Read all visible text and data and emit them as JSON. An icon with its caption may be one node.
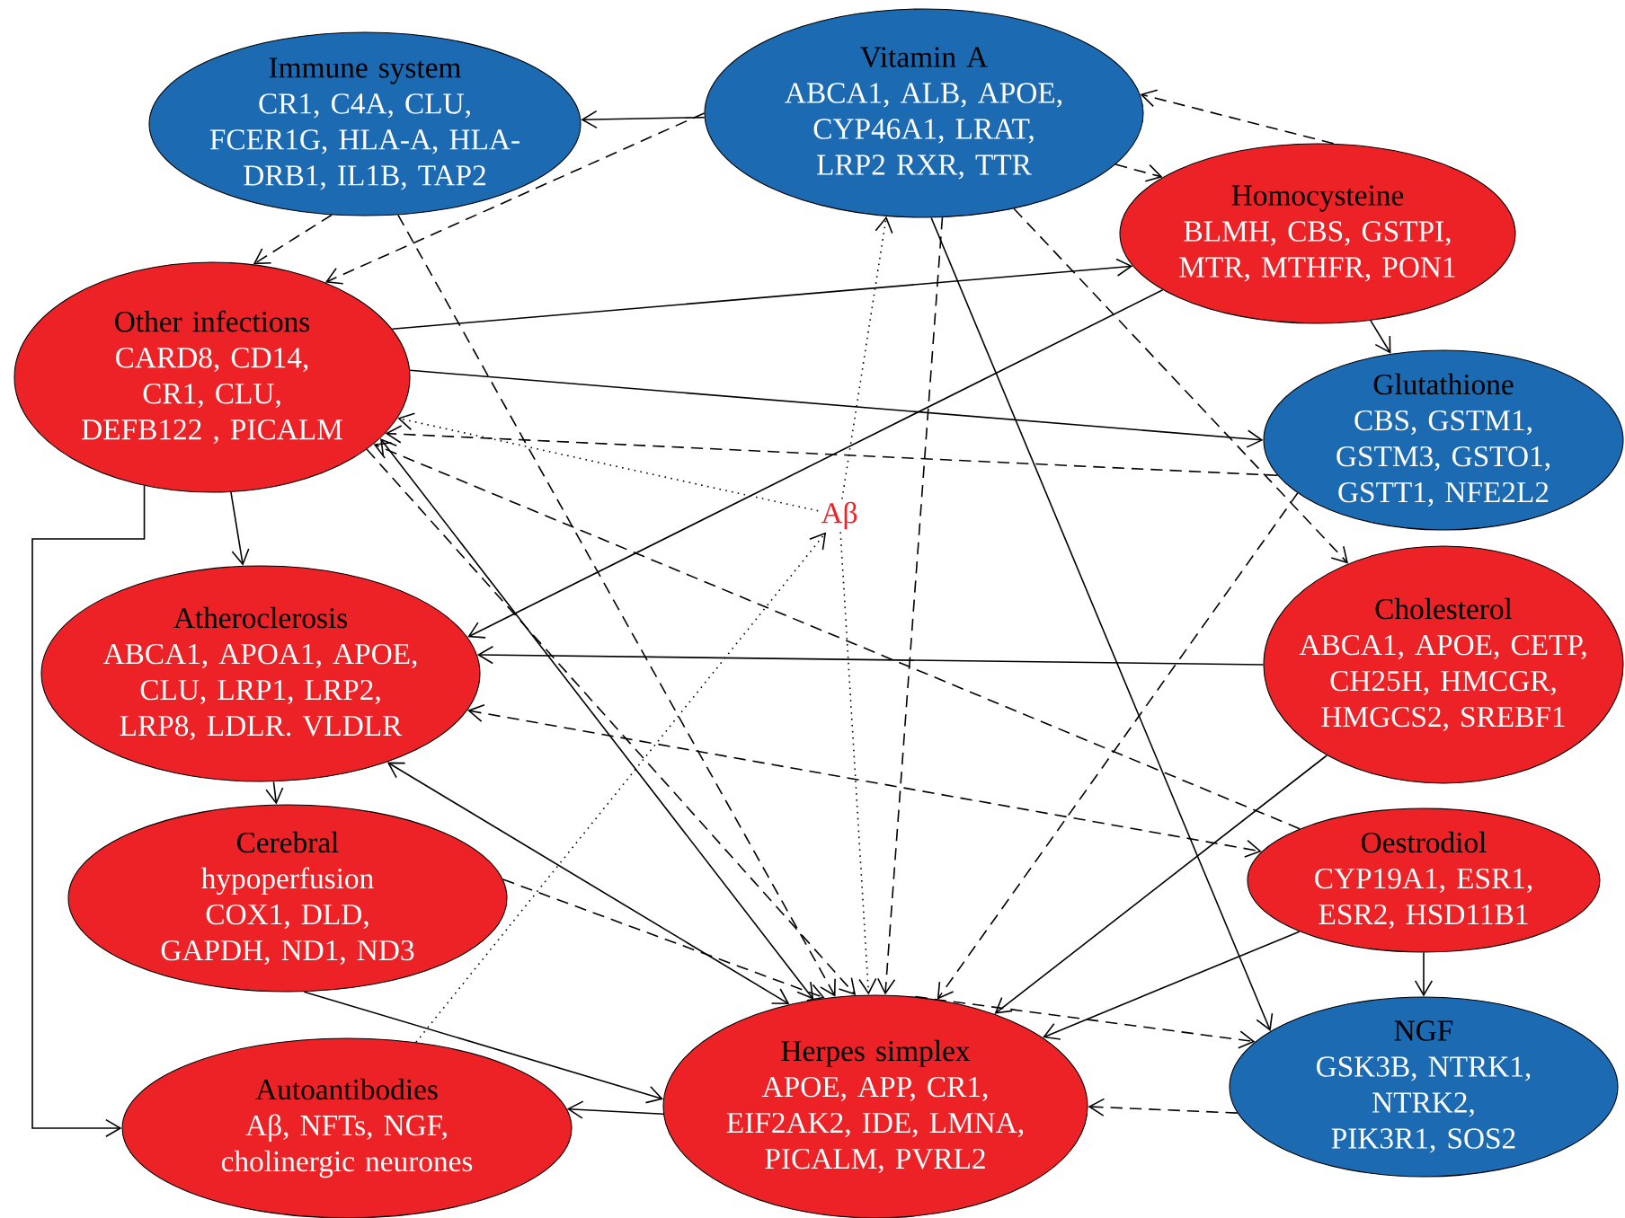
{
  "diagram": {
    "nodes": [
      {
        "text": [
          "Immune system",
          "CR1, C4A, CLU, FCER1G, HLA-A, HLA-DRB1, IL1B, TAP2"
        ]
      },
      {
        "text": [
          "Vitamin A",
          "ABCA1, ALB, APOE, CYP46A1, LRAT, LRP2 RXR, TTR"
        ]
      },
      {
        "text": [
          "Homocysteine",
          "BLMH, CBS, GSTPI, MTR, MTHFR, PON1"
        ]
      },
      {
        "text": [
          "Other infections",
          "CARD8, CD14, CR1, CLU, DEFB122 , PICALM"
        ]
      },
      {
        "text": [
          "Glutathione",
          "CBS, GSTM1, GSTM3, GSTO1, GSTT1, NFE2L2"
        ]
      },
      {
        "text": [
          "Aβ"
        ]
      },
      {
        "text": [
          "Atheroclerosis",
          "ABCA1, APOA1, APOE, CLU, LRP1, LRP2, LRP8, LDLR. VLDLR"
        ]
      },
      {
        "text": [
          "Cholesterol",
          "ABCA1, APOE, CETP, CH25H, HMCGR, HMGCS2, SREBF1"
        ]
      },
      {
        "text": [
          "Cerebral",
          "hypoperfusion COX1, DLD, GAPDH, ND1, ND3"
        ]
      },
      {
        "text": [
          "Oestrodiol",
          "CYP19A1, ESR1, ESR2, HSD11B1"
        ]
      },
      {
        "text": [
          "Autoantibodies",
          "Aβ, NFTs, NGF, cholinergic neurones"
        ]
      },
      {
        "text": [
          "Herpes simplex",
          "APOE, APP, CR1, EIF2AK2, IDE, LMNA, PICALM, PVRL2"
        ]
      },
      {
        "text": [
          "NGF",
          "GSK3B, NTRK1, NTRK2, PIK3R1, SOS2"
        ]
      }
    ],
    "edges": [
      {
        "from": 1,
        "to": 0,
        "arrow": "to"
      },
      {
        "from": 0,
        "to": 3,
        "arrow": "to",
        "style": "dashed"
      },
      {
        "from": 1,
        "to": 3,
        "arrow": "to",
        "style": "dashed"
      },
      {
        "from": 0,
        "to": 11,
        "arrow": "to",
        "style": "dashed"
      },
      {
        "from": 2,
        "to": 1,
        "arrow": "to",
        "style": "dashed"
      },
      {
        "from": 1,
        "to": 2,
        "arrow": "to",
        "style": "dashed"
      },
      {
        "from": 2,
        "to": 4,
        "arrow": "to"
      },
      {
        "from": 3,
        "to": 2,
        "arrow": "to"
      },
      {
        "from": 3,
        "to": 4,
        "arrow": "to"
      },
      {
        "from": 4,
        "to": 3,
        "arrow": "to",
        "style": "dashed"
      },
      {
        "from": 2,
        "to": 6,
        "arrow": "to"
      },
      {
        "from": 3,
        "to": 6,
        "arrow": "to"
      },
      {
        "from": 3,
        "to": 10,
        "arrow": "to"
      },
      {
        "from": 6,
        "to": 8,
        "arrow": "to"
      },
      {
        "from": 7,
        "to": 6,
        "arrow": "to"
      },
      {
        "from": 6,
        "to": 9,
        "arrow": "both",
        "style": "dashed"
      },
      {
        "from": 9,
        "to": 3,
        "arrow": "to",
        "style": "dashed"
      },
      {
        "from": 3,
        "to": 11,
        "arrow": "to",
        "style": "dashed"
      },
      {
        "from": 5,
        "to": 3,
        "arrow": "to",
        "style": "dashed"
      },
      {
        "from": 5,
        "to": 1,
        "arrow": "to",
        "style": "dashed"
      },
      {
        "from": 10,
        "to": 5,
        "arrow": "to",
        "style": "dashed"
      },
      {
        "from": 5,
        "to": 11,
        "arrow": "to",
        "style": "dashed"
      },
      {
        "from": 1,
        "to": 11,
        "arrow": "to",
        "style": "dashed"
      },
      {
        "from": 1,
        "to": 12,
        "arrow": "to"
      },
      {
        "from": 1,
        "to": 7,
        "arrow": "to",
        "style": "dashed"
      },
      {
        "from": 4,
        "to": 11,
        "arrow": "to",
        "style": "dashed"
      },
      {
        "from": 7,
        "to": 11,
        "arrow": "to"
      },
      {
        "from": 9,
        "to": 11,
        "arrow": "to"
      },
      {
        "from": 11,
        "to": 12,
        "arrow": "to",
        "style": "dashed"
      },
      {
        "from": 12,
        "to": 11,
        "arrow": "to",
        "style": "dashed"
      },
      {
        "from": 9,
        "to": 12,
        "arrow": "to"
      },
      {
        "from": 8,
        "to": 11,
        "arrow": "to",
        "style": "dashed"
      },
      {
        "from": 8,
        "to": 11,
        "arrow": "to"
      },
      {
        "from": 11,
        "to": 10,
        "arrow": "to"
      },
      {
        "from": 11,
        "to": 6,
        "arrow": "both"
      },
      {
        "from": 11,
        "to": 3,
        "arrow": "both"
      }
    ]
  }
}
